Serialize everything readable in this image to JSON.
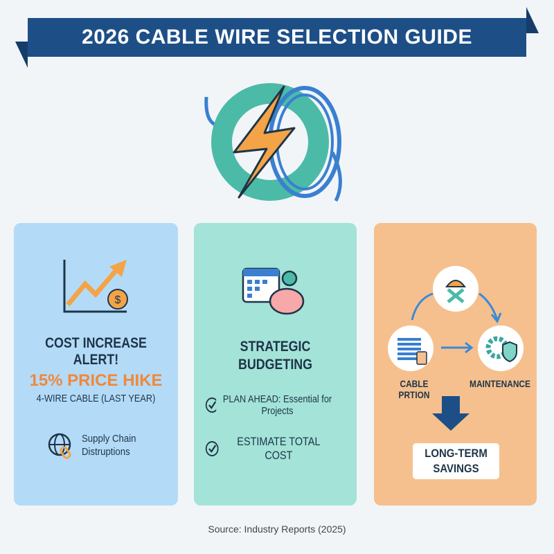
{
  "title": "2026 CABLE WIRE SELECTION GUIDE",
  "hero_icon": "lightning-cable-reel-icon",
  "cards": [
    {
      "icon": "rising-chart-dollar-icon",
      "heading": "COST INCREASE ALERT!",
      "highlight": "15% PRICE HIKE",
      "subtext": "4-WIRE CABLE (LAST YEAR)",
      "note_icon": "globe-chain-icon",
      "note": [
        "Supply Chain",
        "Distruptions"
      ]
    },
    {
      "icon": "calendar-piggy-bank-icon",
      "heading": [
        "STRATEGIC",
        "BUDGETING"
      ],
      "items": [
        {
          "icon": "check-circle-icon",
          "text": "PLAN AHEAD: Essential for Projects"
        },
        {
          "icon": "check-circle-icon",
          "text": "ESTIMATE TOTAL COST"
        }
      ]
    },
    {
      "icons": [
        "worker-tools-icon",
        "cable-price-tag-icon",
        "gear-shield-icon"
      ],
      "labels": [
        "CABLE PRTION",
        "MAINTENANCE"
      ],
      "result": [
        "LONG-TERM",
        "SAVINGS"
      ]
    }
  ],
  "source": "Source: Industry Reports (2025)",
  "colors": {
    "banner": "#1d4f86",
    "card1": "#b3dbf8",
    "card2": "#a3e3d8",
    "card3": "#f5c08e",
    "accent": "#f0883a"
  }
}
